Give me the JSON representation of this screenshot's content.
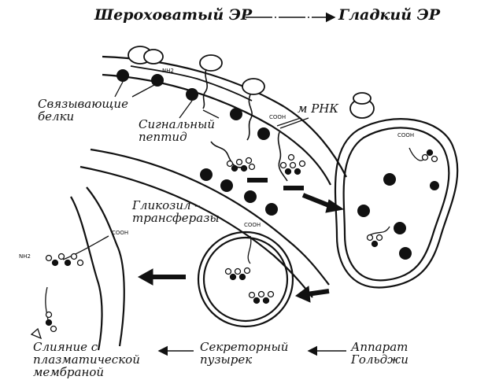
{
  "title": {
    "rough_er": "Шероховатый ЭР",
    "smooth_er": "Гладкий ЭР"
  },
  "labels": {
    "binding_proteins": "Связывающие\nбелки",
    "signal_peptide": "Сигнальный\nпептид",
    "mrna": "м РНК",
    "glycosyltransferases": "Гликозил –\nтрансферазы",
    "membrane_fusion": "Слияние с\nплазматической\nмембраной",
    "secretory_vesicle": "Секреторный\nпузырек",
    "golgi": "Аппарат\nГольджи"
  },
  "chem": {
    "nh2_a": "NH2",
    "nh2_b": "NH2",
    "cooh_a": "COOH",
    "cooh_b": "COOH",
    "cooh_c": "COOH",
    "cooh_d": "COOH"
  },
  "colors": {
    "ink": "#111111",
    "background": "#ffffff"
  }
}
